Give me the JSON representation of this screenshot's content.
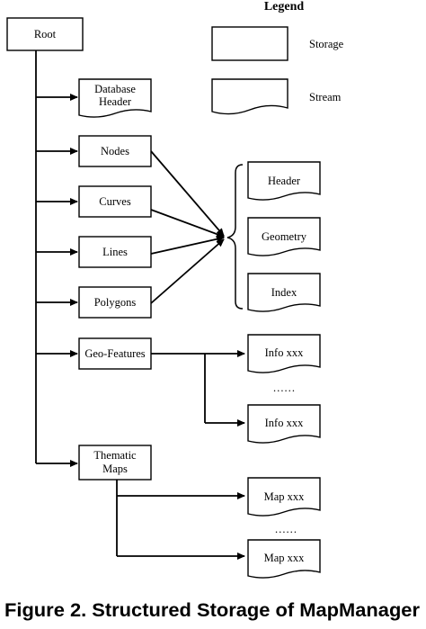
{
  "legend": {
    "title": "Legend",
    "storage_label": "Storage",
    "stream_label": "Stream"
  },
  "nodes": {
    "root": "Root",
    "database_header_line1": "Database",
    "database_header_line2": "Header",
    "nodes": "Nodes",
    "curves": "Curves",
    "lines": "Lines",
    "polygons": "Polygons",
    "geo_features": "Geo-Features",
    "thematic_maps_line1": "Thematic",
    "thematic_maps_line2": "Maps"
  },
  "streams": {
    "header": "Header",
    "geometry": "Geometry",
    "index": "Index",
    "info_1": "Info xxx",
    "info_2": "Info xxx",
    "map_1": "Map xxx",
    "map_2": "Map xxx"
  },
  "ellipsis_info": "……",
  "ellipsis_map": "……",
  "caption": "Figure 2. Structured Storage of MapManager",
  "colors": {
    "stroke": "#000000",
    "background": "#ffffff"
  }
}
